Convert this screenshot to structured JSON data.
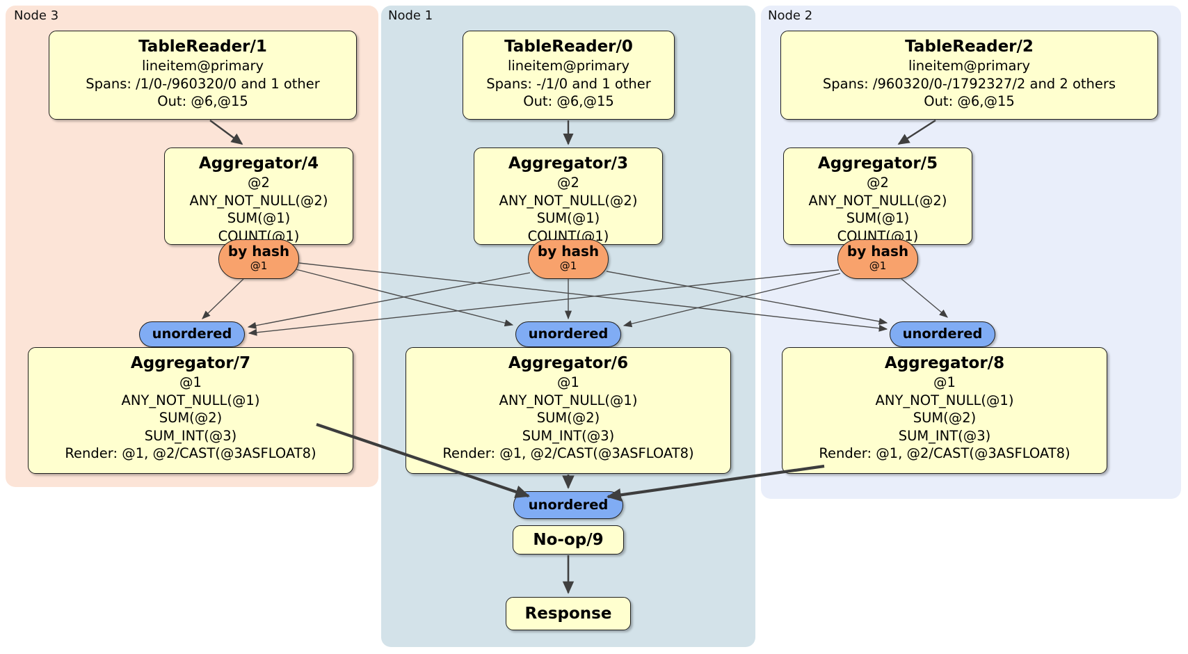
{
  "regions": {
    "node3": {
      "label": "Node 3",
      "color": "#fce4d7"
    },
    "node1": {
      "label": "Node 1",
      "color": "#d3e2e9"
    },
    "node2": {
      "label": "Node 2",
      "color": "#e9eefa"
    }
  },
  "nodes": {
    "tr1": {
      "title": "TableReader/1",
      "lines": [
        "lineitem@primary",
        "Spans: /1/0-/960320/0 and 1 other",
        "Out: @6,@15"
      ]
    },
    "tr0": {
      "title": "TableReader/0",
      "lines": [
        "lineitem@primary",
        "Spans: -/1/0 and 1 other",
        "Out: @6,@15"
      ]
    },
    "tr2": {
      "title": "TableReader/2",
      "lines": [
        "lineitem@primary",
        "Spans: /960320/0-/1792327/2 and 2 others",
        "Out: @6,@15"
      ]
    },
    "agg4": {
      "title": "Aggregator/4",
      "lines": [
        "@2",
        "ANY_NOT_NULL(@2)",
        "SUM(@1)",
        "COUNT(@1)"
      ]
    },
    "agg3": {
      "title": "Aggregator/3",
      "lines": [
        "@2",
        "ANY_NOT_NULL(@2)",
        "SUM(@1)",
        "COUNT(@1)"
      ]
    },
    "agg5": {
      "title": "Aggregator/5",
      "lines": [
        "@2",
        "ANY_NOT_NULL(@2)",
        "SUM(@1)",
        "COUNT(@1)"
      ]
    },
    "bh4": {
      "title": "by hash",
      "sub": "@1"
    },
    "bh3": {
      "title": "by hash",
      "sub": "@1"
    },
    "bh5": {
      "title": "by hash",
      "sub": "@1"
    },
    "uoL": {
      "label": "unordered"
    },
    "uoM": {
      "label": "unordered"
    },
    "uoR": {
      "label": "unordered"
    },
    "uoM2": {
      "label": "unordered"
    },
    "agg7": {
      "title": "Aggregator/7",
      "lines": [
        "@1",
        "ANY_NOT_NULL(@1)",
        "SUM(@2)",
        "SUM_INT(@3)",
        "Render: @1, @2/CAST(@3ASFLOAT8)"
      ]
    },
    "agg6": {
      "title": "Aggregator/6",
      "lines": [
        "@1",
        "ANY_NOT_NULL(@1)",
        "SUM(@2)",
        "SUM_INT(@3)",
        "Render: @1, @2/CAST(@3ASFLOAT8)"
      ]
    },
    "agg8": {
      "title": "Aggregator/8",
      "lines": [
        "@1",
        "ANY_NOT_NULL(@1)",
        "SUM(@2)",
        "SUM_INT(@3)",
        "Render: @1, @2/CAST(@3ASFLOAT8)"
      ]
    },
    "noop": {
      "title": "No-op/9"
    },
    "resp": {
      "title": "Response"
    }
  },
  "edges": [
    {
      "from": "TableReader/1",
      "to": "Aggregator/4"
    },
    {
      "from": "TableReader/0",
      "to": "Aggregator/3"
    },
    {
      "from": "TableReader/2",
      "to": "Aggregator/5"
    },
    {
      "from": "Aggregator/4 by hash @1",
      "to": "unordered (node 3)"
    },
    {
      "from": "Aggregator/4 by hash @1",
      "to": "unordered (node 1)"
    },
    {
      "from": "Aggregator/4 by hash @1",
      "to": "unordered (node 2)"
    },
    {
      "from": "Aggregator/3 by hash @1",
      "to": "unordered (node 3)"
    },
    {
      "from": "Aggregator/3 by hash @1",
      "to": "unordered (node 1)"
    },
    {
      "from": "Aggregator/3 by hash @1",
      "to": "unordered (node 2)"
    },
    {
      "from": "Aggregator/5 by hash @1",
      "to": "unordered (node 3)"
    },
    {
      "from": "Aggregator/5 by hash @1",
      "to": "unordered (node 1)"
    },
    {
      "from": "Aggregator/5 by hash @1",
      "to": "unordered (node 2)"
    },
    {
      "from": "Aggregator/7",
      "to": "unordered (final)"
    },
    {
      "from": "Aggregator/6",
      "to": "unordered (final)"
    },
    {
      "from": "Aggregator/8",
      "to": "unordered (final)"
    },
    {
      "from": "No-op/9",
      "to": "Response"
    }
  ],
  "colors": {
    "box_fill": "#ffffcf",
    "byhash_fill": "#f8a26c",
    "unordered_fill": "#80acf4",
    "edge": "#3f3f3f"
  }
}
